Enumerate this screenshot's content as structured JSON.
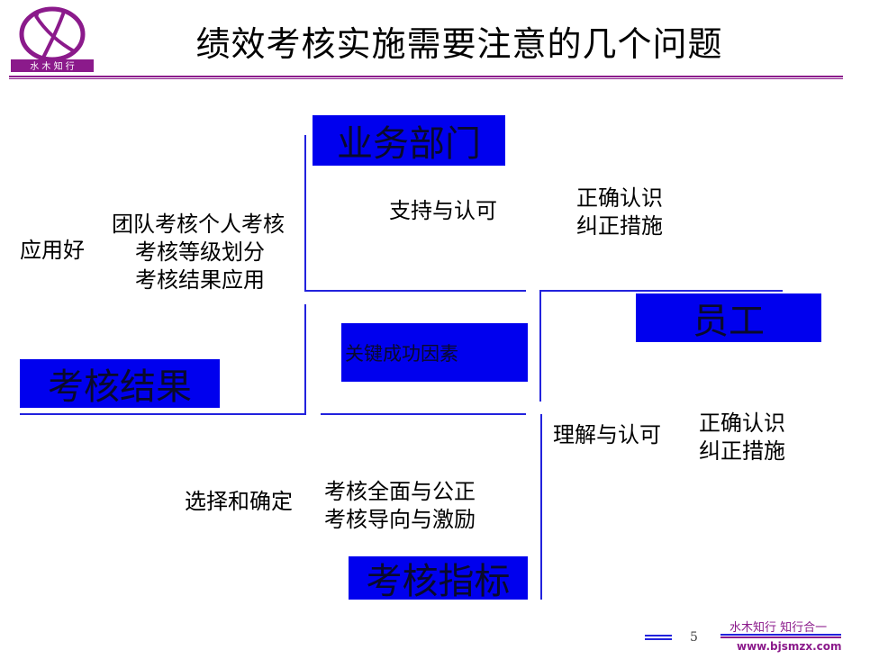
{
  "slide": {
    "title": "绩效考核实施需要注意的几个问题",
    "logo_text": "水 木 知 行",
    "page_number": "5"
  },
  "boxes": {
    "business_dept": "业务部门",
    "employee": "员工",
    "key_success_factors": "关键成功因素",
    "assessment_results": "考核结果",
    "assessment_indicators": "考核指标"
  },
  "quadrant_top_left": {
    "apply_well": "应用好",
    "lines": [
      "团队考核个人考核",
      "考核等级划分",
      "考核结果应用"
    ]
  },
  "quadrant_top_right": {
    "support": "支持与认可",
    "lines": [
      "正确认识",
      "纠正措施"
    ]
  },
  "quadrant_bottom_left": {
    "select": "选择和确定",
    "lines": [
      "考核全面与公正",
      "考核导向与激励"
    ]
  },
  "quadrant_bottom_right": {
    "understand": "理解与认可",
    "lines": [
      "正确认识",
      "纠正措施"
    ]
  },
  "footer": {
    "motto": "水木知行  知行合一",
    "website": "www.bjsmzx.com"
  },
  "colors": {
    "box_blue": "#0000ee",
    "line_blue": "#2222dd",
    "accent_purple": "#8b1a8b"
  }
}
